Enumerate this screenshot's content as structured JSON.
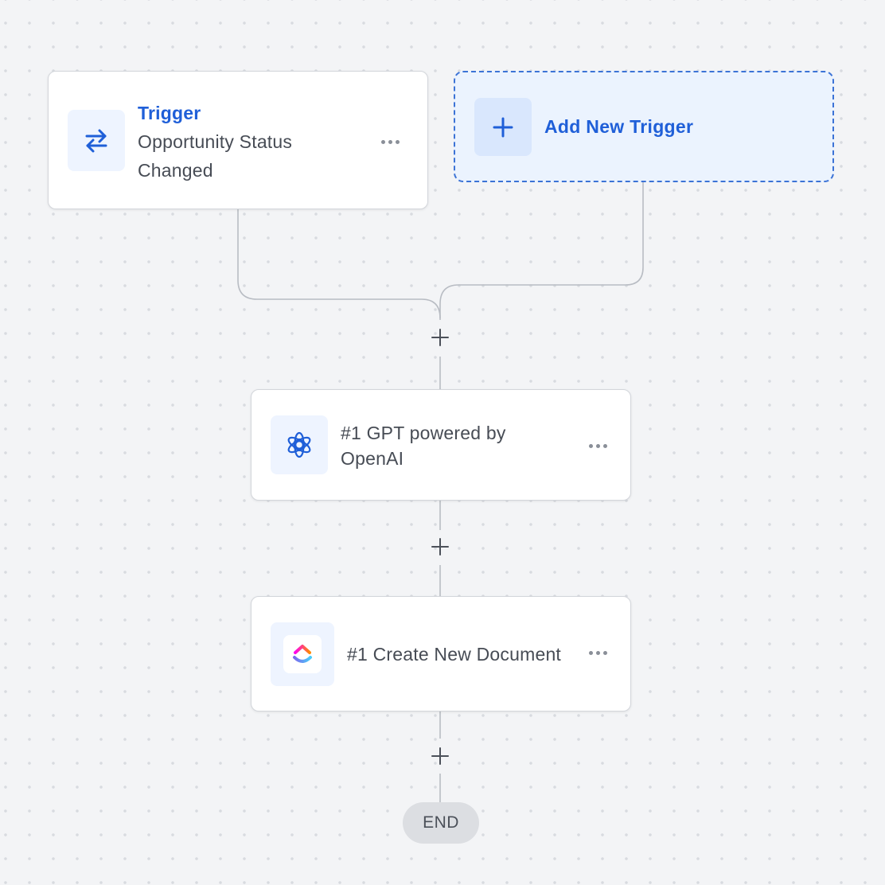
{
  "trigger_card": {
    "label": "Trigger",
    "event_line1": "Opportunity Status",
    "event_line2": "Changed",
    "icon": "swap-arrows-icon"
  },
  "add_trigger": {
    "label": "Add New Trigger",
    "icon": "plus-icon"
  },
  "actions": [
    {
      "line1": "#1 GPT powered by",
      "line2": "OpenAI",
      "icon": "openai-icon"
    },
    {
      "label": "#1 Create New Document",
      "icon": "clickup-icon"
    }
  ],
  "end_label": "END",
  "colors": {
    "accent": "#1f5fd8",
    "canvas": "#f3f4f6",
    "card_border": "#d3d6db",
    "connector": "#b8bcc3",
    "icon_bg": "#eef4ff",
    "add_trigger_bg": "#ebf3fe"
  }
}
